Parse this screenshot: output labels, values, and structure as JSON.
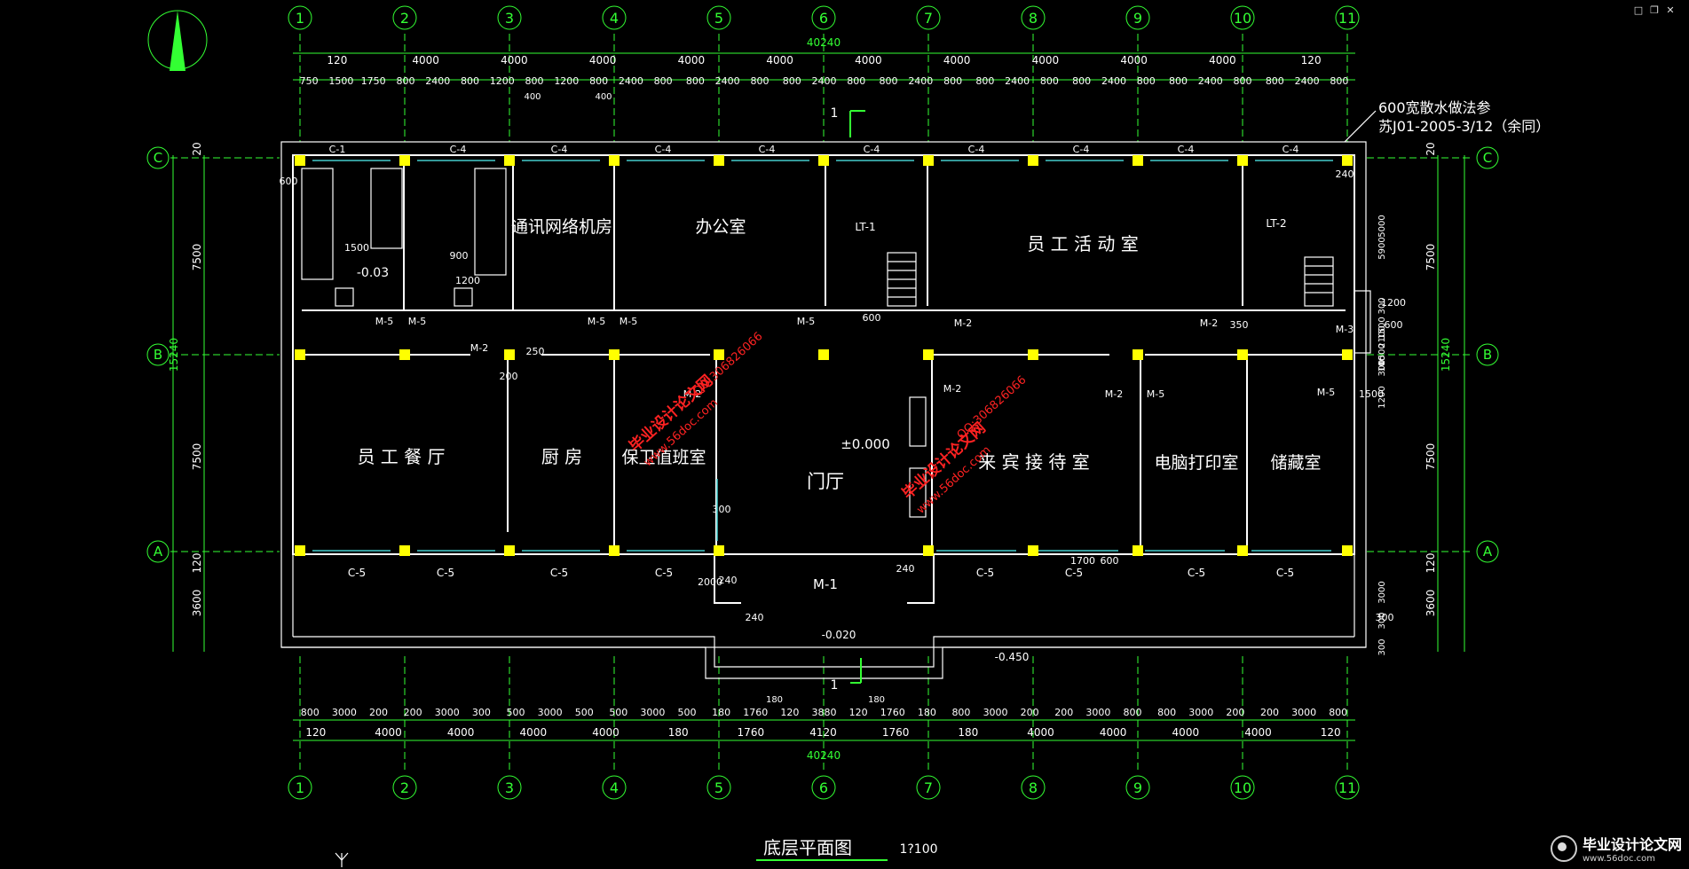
{
  "window_controls": [
    "□",
    "❐",
    "✕"
  ],
  "drawing": {
    "title": "底层平面图",
    "scale": "1?100",
    "axis_x_labels": [
      "1",
      "2",
      "3",
      "4",
      "5",
      "6",
      "7",
      "8",
      "9",
      "10",
      "11"
    ],
    "axis_y_labels": [
      "C",
      "B",
      "A"
    ],
    "top_total": "40240",
    "bottom_total": "40240",
    "top_dims_row1": [
      "120",
      "4000",
      "4000",
      "4000",
      "4000",
      "4000",
      "4000",
      "4000",
      "4000",
      "4000",
      "4000",
      "120"
    ],
    "top_dims_row2": [
      "750",
      "1500",
      "1750",
      "800",
      "2400",
      "800",
      "1200",
      "800",
      "1200",
      "800",
      "2400",
      "800",
      "800",
      "2400",
      "800",
      "800",
      "2400",
      "800",
      "800",
      "2400",
      "800",
      "800",
      "2400",
      "800",
      "800",
      "2400",
      "800",
      "800",
      "2400",
      "800",
      "800",
      "2400",
      "800"
    ],
    "top_sub_dims": [
      "400",
      "400"
    ],
    "bottom_dims_row1": [
      "800",
      "3000",
      "200",
      "200",
      "3000",
      "300",
      "500",
      "3000",
      "500",
      "500",
      "3000",
      "500",
      "180",
      "1760",
      "120",
      "3880",
      "120",
      "1760",
      "180",
      "800",
      "3000",
      "200",
      "200",
      "3000",
      "800",
      "800",
      "3000",
      "200",
      "200",
      "3000",
      "800"
    ],
    "bottom_dims_row2": [
      "120",
      "4000",
      "4000",
      "4000",
      "4000",
      "180",
      "1760",
      "4120",
      "1760",
      "180",
      "4000",
      "4000",
      "4000",
      "4000",
      "120"
    ],
    "bottom_mid_dims": [
      "180",
      "180"
    ],
    "left_dims_outer": "15240",
    "left_dims_inner": [
      "20",
      "7500",
      "7500",
      "120",
      "3600"
    ],
    "right_dims_outer": "15240",
    "right_dims_inner": [
      "20",
      "7500",
      "7500",
      "120",
      "3600"
    ],
    "right_extra_dims": [
      "5000",
      "5900",
      "300",
      "2100",
      "1500",
      "300",
      "1500",
      "100",
      "1200",
      "3000",
      "300",
      "300"
    ],
    "note_line1": "600宽散水做法参",
    "note_line2": "苏J01-2005-3/12（余同）",
    "rooms": [
      {
        "name": "通讯网络机房"
      },
      {
        "name": "办公室"
      },
      {
        "name": "员 工 活 动 室"
      },
      {
        "name": "员 工 餐 厅"
      },
      {
        "name": "厨 房"
      },
      {
        "name": "保卫值班室"
      },
      {
        "name": "门厅"
      },
      {
        "name": "来 宾 接 待 室"
      },
      {
        "name": "电脑打印室"
      },
      {
        "name": "储藏室"
      }
    ],
    "window_tags_top": [
      "C-1",
      "C-4",
      "C-4",
      "C-4",
      "C-4",
      "C-4",
      "C-4",
      "C-4",
      "C-4",
      "C-4"
    ],
    "window_tags_bottom": [
      "C-5",
      "C-5",
      "C-5",
      "C-5",
      "C-5",
      "C-5",
      "C-5",
      "C-5"
    ],
    "door_tags": [
      "M-5",
      "M-5",
      "M-5",
      "M-5",
      "M-5",
      "M-2",
      "M-2",
      "M-2",
      "M-2",
      "M-2",
      "M-2",
      "M-5",
      "M-5",
      "M-3",
      "M-1"
    ],
    "stair_tags": [
      "LT-1",
      "LT-2"
    ],
    "section_mark": "1",
    "elevations": [
      "±0.000",
      "-0.03",
      "-0.020",
      "-0.450"
    ],
    "misc_dims": [
      "600",
      "1500",
      "1200",
      "900",
      "250",
      "200",
      "600",
      "350",
      "240",
      "240",
      "240",
      "240",
      "300",
      "2000",
      "1700",
      "600",
      "600",
      "1500",
      "1200",
      "300"
    ],
    "watermark_1": "毕业设计论文网",
    "watermark_2": "www.56doc.com",
    "watermark_3": "QQ:306826066",
    "footer_brand": "毕业设计论文网",
    "footer_url": "www.56doc.com"
  },
  "colors": {
    "background": "#000000",
    "wall": "#ffffff",
    "dimension": "#33ff33",
    "column": "#ffff00",
    "window": "#44cccc",
    "text": "#ffffff",
    "watermark": "#ff2222"
  }
}
